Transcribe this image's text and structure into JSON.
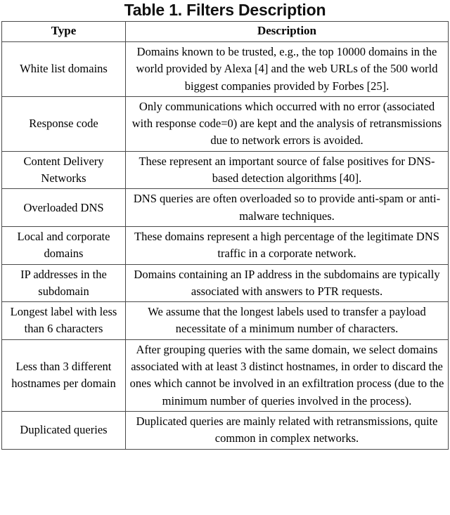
{
  "title": "Table 1. Filters Description",
  "table": {
    "columns": [
      "Type",
      "Description"
    ],
    "rows": [
      {
        "type": "White list domains",
        "description": "Domains known to be trusted, e.g., the top 10000 domains in the world provided by Alexa [4] and the web URLs of the 500 world biggest companies provided by Forbes [25]."
      },
      {
        "type": "Response code",
        "description": "Only communications which occurred with no error (associated with response code=0) are kept and the analysis of retransmissions due to network errors is avoided."
      },
      {
        "type": "Content Delivery Networks",
        "description": "These represent an important source of false positives for DNS-based detection algorithms [40]."
      },
      {
        "type": "Overloaded DNS",
        "description": "DNS queries are often overloaded so to provide anti-spam or anti-malware techniques."
      },
      {
        "type": "Local and corporate domains",
        "description": "These domains represent a high percentage of the legitimate DNS traffic in a corporate network."
      },
      {
        "type": "IP addresses in the subdomain",
        "description": "Domains containing an IP address in the subdomains are typically associated with answers to PTR requests."
      },
      {
        "type": "Longest label with less than 6 characters",
        "description": "We assume that the longest labels used to transfer a payload necessitate of a minimum number of characters."
      },
      {
        "type": "Less than 3 different hostnames per domain",
        "description": "After grouping queries with the same domain, we select domains associated with at least 3 distinct hostnames, in order to discard the ones which cannot be involved in an exfiltration process (due to the minimum number of queries involved in the process)."
      },
      {
        "type": "Duplicated queries",
        "description": "Duplicated queries are mainly related with retransmissions, quite common in complex networks."
      }
    ]
  },
  "colors": {
    "text": "#000000",
    "border": "#4a4a4a",
    "background": "#ffffff"
  }
}
